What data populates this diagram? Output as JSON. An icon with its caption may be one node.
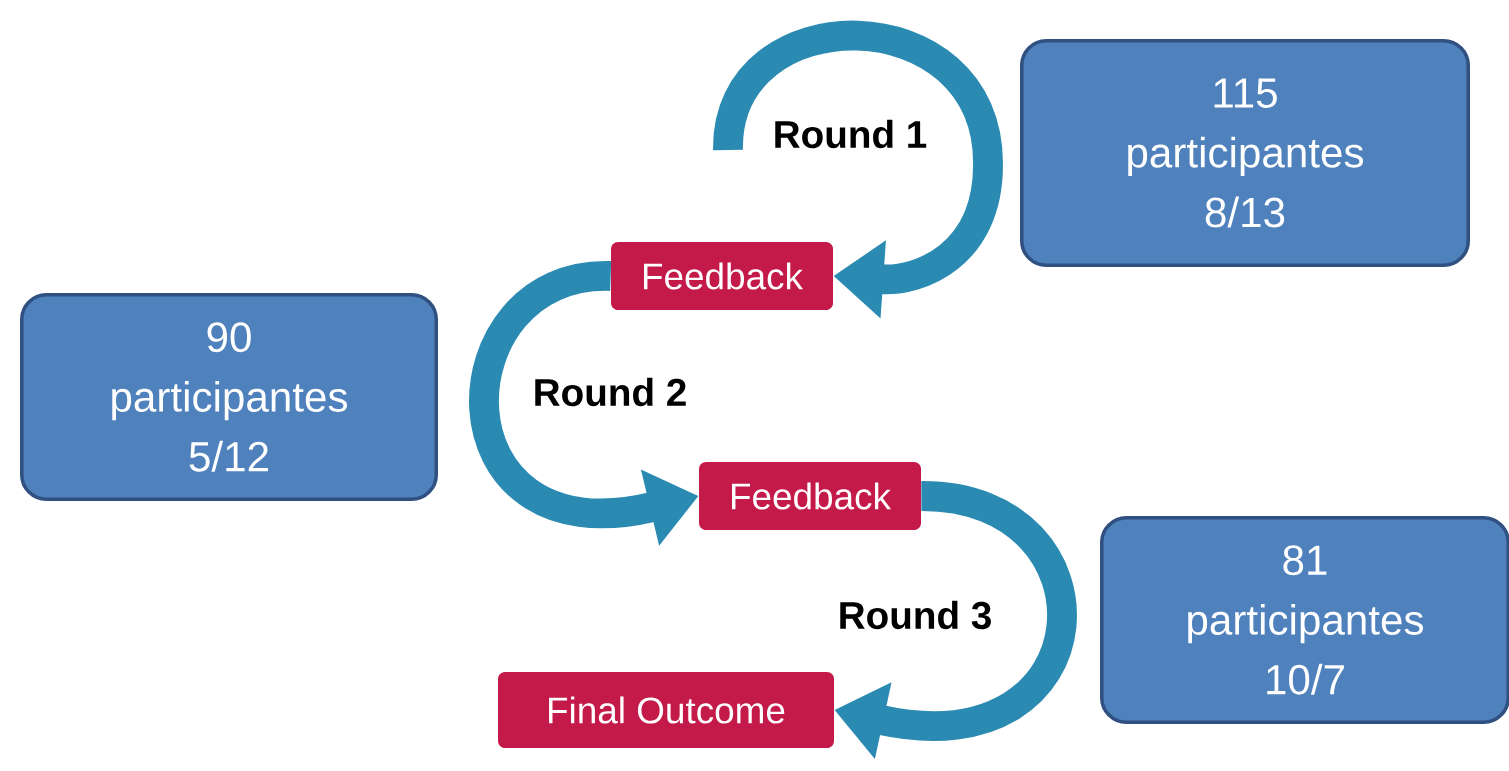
{
  "diagram": {
    "nodes": [
      {
        "text": [
          "Feedback"
        ]
      },
      {
        "text": [
          "Feedback"
        ]
      },
      {
        "text": [
          "Final Outcome"
        ]
      },
      {
        "text": [
          "115 participantes 8/13"
        ]
      },
      {
        "text": [
          "90 participantes 5/12"
        ]
      },
      {
        "text": [
          "81 participantes 10/7"
        ]
      }
    ],
    "edges": [
      {
        "from": null,
        "to": 0,
        "arrow": "to"
      },
      {
        "from": 0,
        "to": 1,
        "arrow": "to"
      },
      {
        "from": 1,
        "to": 2,
        "arrow": "to"
      }
    ],
    "labels": [
      "Round 1",
      "Round 2",
      "Round 3"
    ]
  }
}
